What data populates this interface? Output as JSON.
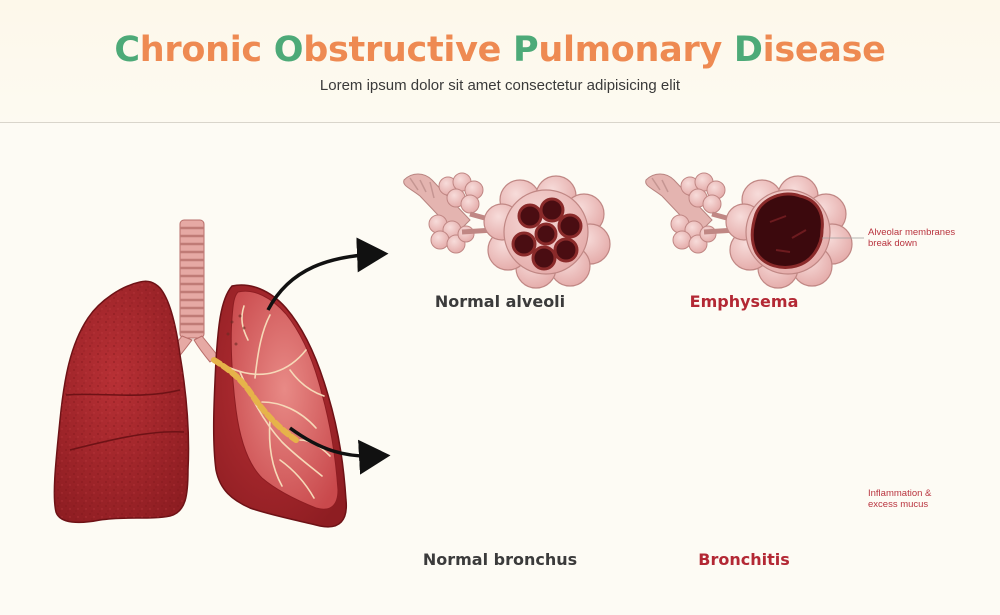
{
  "header": {
    "title_words": [
      {
        "cap": "C",
        "rest": "hronic"
      },
      {
        "cap": "O",
        "rest": "bstructive"
      },
      {
        "cap": "P",
        "rest": "ulmonary"
      },
      {
        "cap": "D",
        "rest": "isease"
      }
    ],
    "subtitle": "Lorem ipsum dolor sit amet consectetur adipisicing elit"
  },
  "panels": {
    "normal_alveoli": "Normal alveoli",
    "emphysema": "Emphysema",
    "normal_bronchus": "Normal bronchus",
    "bronchitis": "Bronchitis"
  },
  "annotations": {
    "emphysema_line1": "Alveolar membranes",
    "emphysema_line2": "break down",
    "bronchitis_line1": "Inflammation &",
    "bronchitis_line2": "excess mucus"
  },
  "colors": {
    "title_capital": "#4daa78",
    "title_rest": "#ee8a52",
    "disease_label": "#b32834",
    "lung": "#a8242a",
    "tissue": "#e9c2bd"
  }
}
